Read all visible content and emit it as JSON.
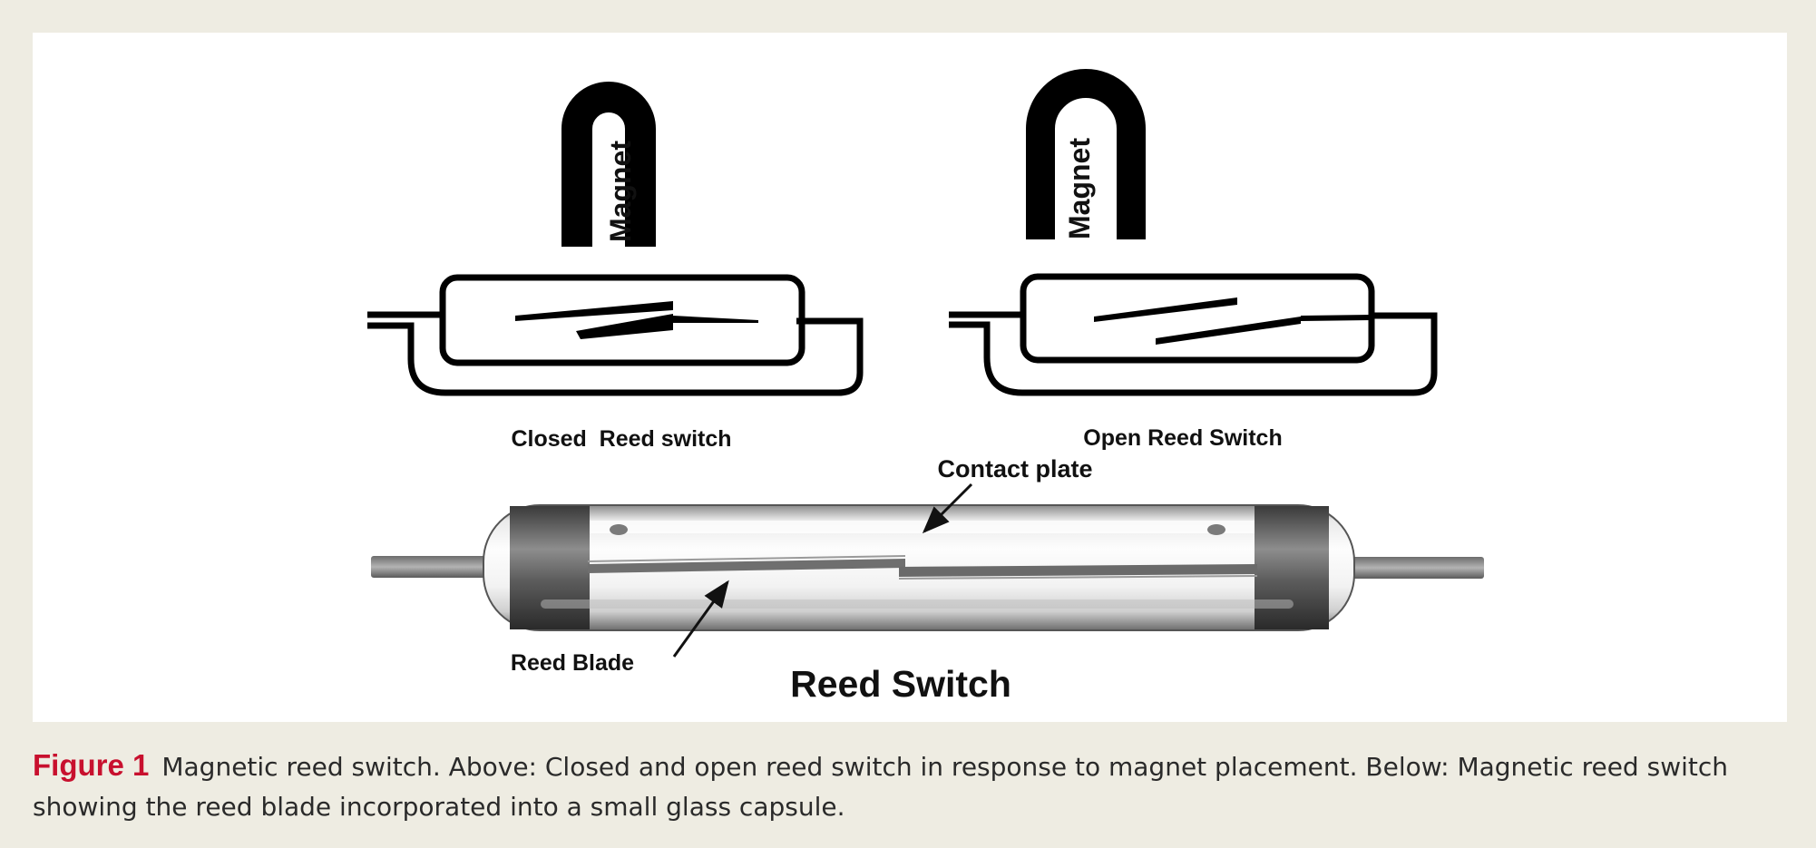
{
  "figure": {
    "diagram_left": {
      "magnet_label": "Magnet",
      "caption": "Closed  Reed switch"
    },
    "diagram_right": {
      "magnet_label": "Magnet",
      "caption": "Open Reed Switch"
    },
    "photo": {
      "contact_plate_label": "Contact plate",
      "reed_blade_label": "Reed Blade",
      "title": "Reed Switch"
    }
  },
  "caption": {
    "label": "Figure 1",
    "text": "Magnetic reed switch. Above: Closed and open reed switch in response to magnet placement. Below: Magnetic reed switch showing the reed blade incorporated into a small glass capsule."
  }
}
